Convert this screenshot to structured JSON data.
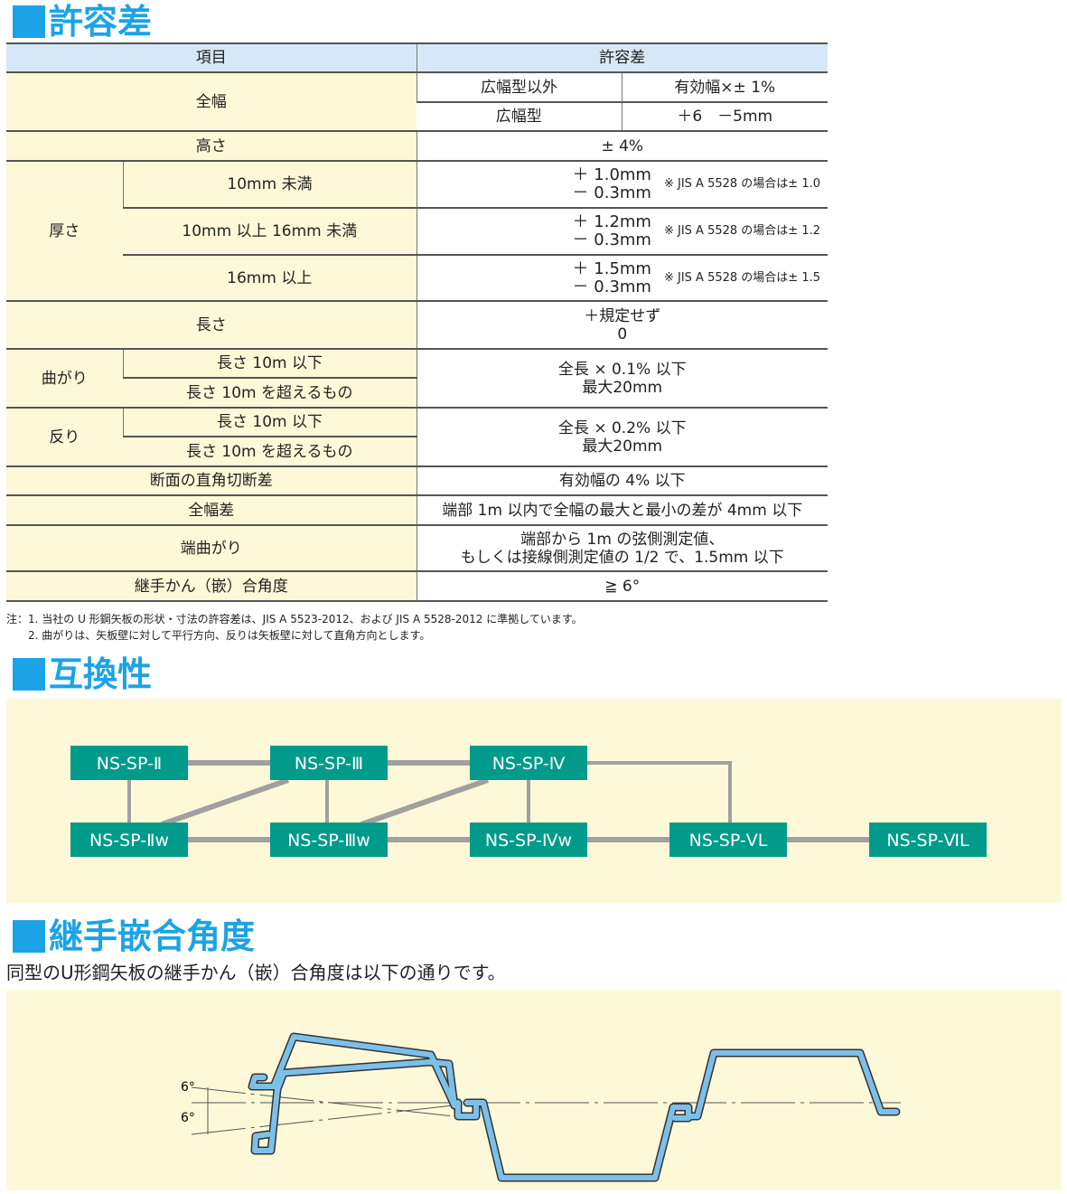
{
  "section1": {
    "title": "許容差"
  },
  "table": {
    "header": [
      "項目",
      "許容差"
    ],
    "zenpuku": {
      "label": "全幅",
      "rows": [
        [
          "広幅型以外",
          "有効幅×± 1%"
        ],
        [
          "広幅型",
          "＋6　－5mm"
        ]
      ]
    },
    "takasa": {
      "label": "高さ",
      "value": "± 4%"
    },
    "atsusa": {
      "label": "厚さ",
      "rows": [
        {
          "range": "10mm 未満",
          "plus": "＋ 1.0mm",
          "minus": "－ 0.3mm",
          "note": "※ JIS A 5528 の場合は± 1.0"
        },
        {
          "range": "10mm 以上 16mm 未満",
          "plus": "＋ 1.2mm",
          "minus": "－ 0.3mm",
          "note": "※ JIS A 5528 の場合は± 1.2"
        },
        {
          "range": "16mm 以上",
          "plus": "＋ 1.5mm",
          "minus": "－ 0.3mm",
          "note": "※ JIS A 5528 の場合は± 1.5"
        }
      ]
    },
    "nagasa": {
      "label": "長さ",
      "line1": "＋規定せず",
      "line2": "0"
    },
    "magari": {
      "label": "曲がり",
      "rows": [
        "長さ 10m 以下",
        "長さ 10m を超えるもの"
      ],
      "line1": "全長 × 0.1% 以下",
      "line2": "最大20mm"
    },
    "sori": {
      "label": "反り",
      "rows": [
        "長さ 10m 以下",
        "長さ 10m を超えるもの"
      ],
      "line1": "全長 × 0.2% 以下",
      "line2": "最大20mm"
    },
    "danmen": {
      "label": "断面の直角切断差",
      "value": "有効幅の 4% 以下"
    },
    "zenpukusa": {
      "label": "全幅差",
      "value": "端部 1m 以内で全幅の最大と最小の差が 4mm 以下"
    },
    "hashimagari": {
      "label": "端曲がり",
      "line1": "端部から 1m の弦側測定値、",
      "line2": "もしくは接線側測定値の 1/2 で、1.5mm 以下"
    },
    "tsugite": {
      "label": "継手かん（嵌）合角度",
      "value": "≧ 6°"
    }
  },
  "notes": [
    "注：1. 当社の U 形鋼矢板の形状・寸法の許容差は、JIS A 5523-2012、および JIS A 5528-2012 に準拠しています。",
    "2. 曲がりは、矢板壁に対して平行方向、反りは矢板壁に対して直角方向とします。"
  ],
  "section2": {
    "title": "互換性",
    "nodes": [
      "NS-SP-Ⅱ",
      "NS-SP-Ⅲ",
      "NS-SP-Ⅳ",
      "NS-SP-Ⅱw",
      "NS-SP-Ⅲw",
      "NS-SP-Ⅳw",
      "NS-SP-ⅤL",
      "NS-SP-ⅥL"
    ]
  },
  "section3": {
    "title": "継手嵌合角度",
    "subtitle": "同型のU形鋼矢板の継手かん（嵌）合角度は以下の通りです。",
    "angle_top": "6°",
    "angle_bottom": "6°"
  },
  "colors": {
    "heading": "#1ba3e6",
    "node": "#009b8a",
    "line": "#a0a0a0",
    "pile": "#7cc0ea",
    "bg": "#fdf9d8"
  }
}
